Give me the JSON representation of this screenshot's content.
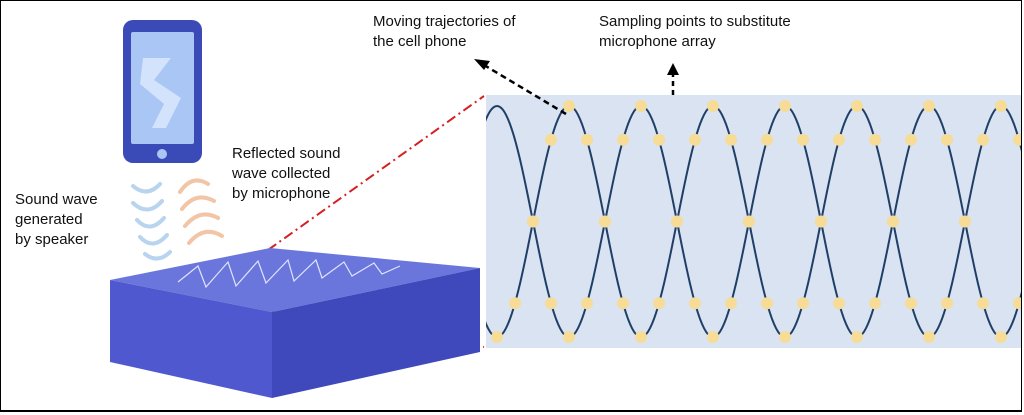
{
  "labels": {
    "trajectory": [
      "Moving trajectories of",
      "the cell phone"
    ],
    "sampling": [
      "Sampling points to substitute",
      "microphone array"
    ],
    "reflected": [
      "Reflected sound",
      "wave collected",
      "by microphone"
    ],
    "speaker": [
      "Sound wave",
      "generated",
      "by speaker"
    ]
  },
  "colors": {
    "panel_bg": "#d9e3f2",
    "trajectory_line": "#1f3f66",
    "sample_point": "#f6dc96",
    "box_top": "#6a76dc",
    "box_front": "#4f58cf",
    "box_side": "#4049bb",
    "phone_body": "#3a4bb8",
    "phone_screen": "#a9c6f4",
    "speaker_wave": "#b8d4ee",
    "reflected_wave": "#f1c5a5",
    "connector": "#d62020",
    "arrow": "#000000"
  },
  "icons": {
    "phone": "smartphone-icon",
    "speaker_wave": "sound-wave-icon",
    "reflected_wave": "reflected-wave-icon"
  }
}
